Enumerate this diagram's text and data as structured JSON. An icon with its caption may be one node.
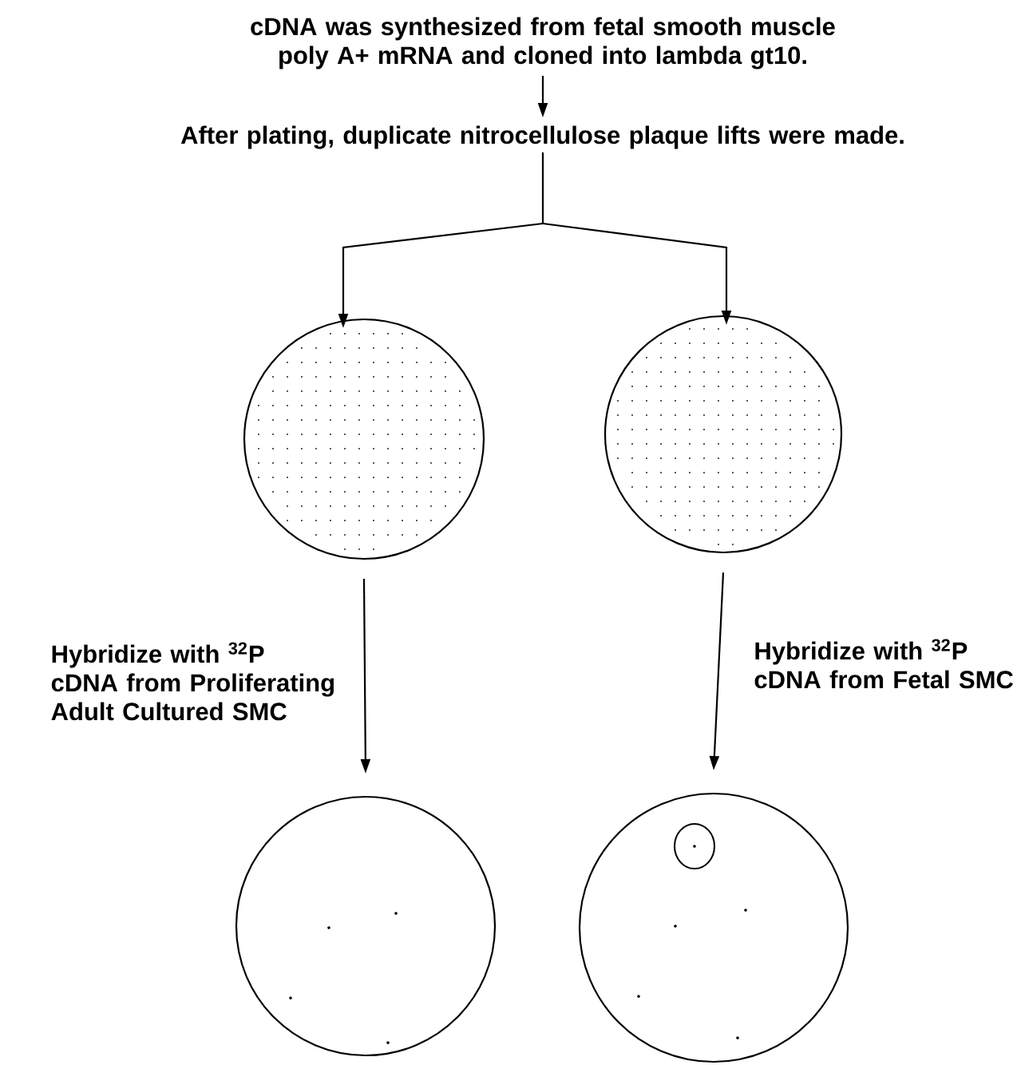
{
  "diagram": {
    "nodes": [
      {
        "text": [
          "cDNA was synthesized from fetal smooth muscle poly A+ mRNA and cloned into lambda gt10."
        ]
      },
      {
        "text": [
          "After plating, duplicate nitrocellulose plaque lifts were made."
        ]
      },
      {
        "text": [],
        "shape": "circle"
      },
      {
        "text": [],
        "shape": "circle"
      },
      {
        "text": [],
        "shape": "circle"
      },
      {
        "text": [],
        "shape": "circle"
      }
    ],
    "edges": [
      {
        "from": 0,
        "to": 1,
        "arrow": "to"
      },
      {
        "from": 1,
        "to": 2,
        "arrow": "to"
      },
      {
        "from": 1,
        "to": 3,
        "arrow": "to"
      },
      {
        "from": 2,
        "to": 4,
        "arrow": "to",
        "label": "Hybridize with $^{32}$P cDNA from Proliferating Adult Cultured SMC"
      },
      {
        "from": 3,
        "to": 5,
        "arrow": "to",
        "label": "Hybridize with $^{32}$P cDNA from Fetal  SMC"
      }
    ]
  }
}
